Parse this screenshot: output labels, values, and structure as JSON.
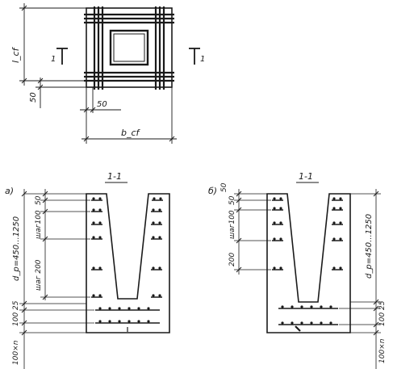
{
  "colors": {
    "ink": "#1a1a1a",
    "paper": "#ffffff"
  },
  "plan": {
    "section_mark_left": "1",
    "section_mark_right": "1",
    "dim_height": "l_cf",
    "dim_width": "b_cf",
    "dim_offset_v": "50",
    "dim_offset_h": "50"
  },
  "variant_a": {
    "letter": "a)",
    "section_title": "1-1",
    "dims": {
      "top": "50",
      "step_100": "шаг100",
      "step_200": "шаг 200",
      "height_range": "d_p=450...1250",
      "cover": "25",
      "bottom_100": "100",
      "base": "100×n"
    }
  },
  "variant_b": {
    "letter": "б)",
    "section_title": "1-1",
    "dims": {
      "top_50a": "50",
      "top_50b": "50",
      "step_100": "шаг100",
      "step_200": "200",
      "height_range": "d_p=450...1250",
      "cover": "25",
      "bottom_100": "100",
      "base": "100×n"
    }
  }
}
